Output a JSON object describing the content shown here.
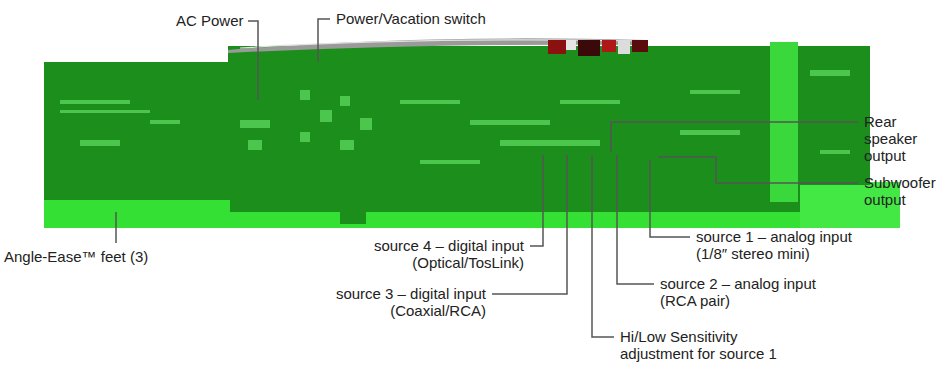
{
  "diagram": {
    "labels": [
      "AC Power",
      "Power/Vacation switch",
      "Rear speaker output",
      "Subwoofer output",
      "Angle-Ease™ feet (3)",
      "source 4 – digital input (Optical/TosLink)",
      "source 1 – analog input (1/8″ stereo mini)",
      "source 3 – digital input (Coaxial/RCA)",
      "source 2 – analog input (RCA pair)",
      "Hi/Low Sensitivity adjustment for source 1"
    ]
  }
}
